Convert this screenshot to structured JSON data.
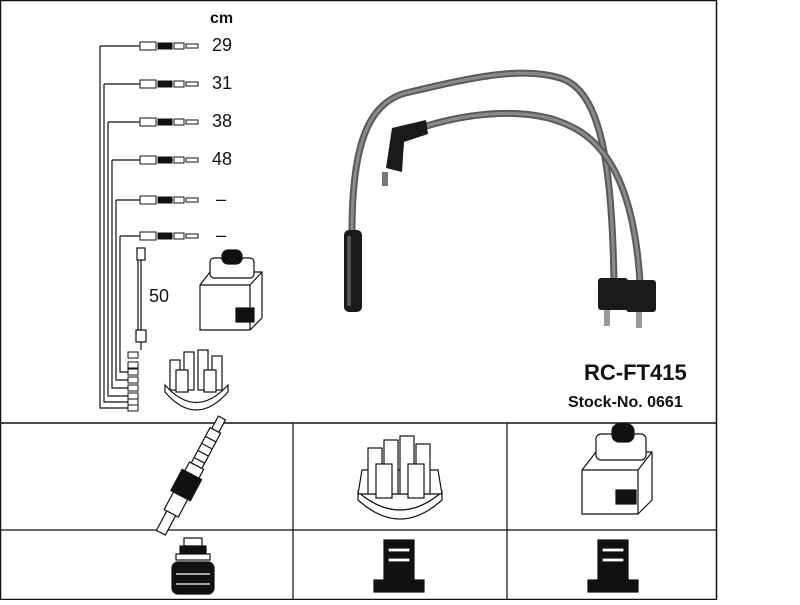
{
  "header": {
    "unit_label": "cm"
  },
  "leads": [
    {
      "length": "29"
    },
    {
      "length": "31"
    },
    {
      "length": "38"
    },
    {
      "length": "48"
    },
    {
      "length": "–"
    },
    {
      "length": "–"
    }
  ],
  "coil_lead": {
    "length": "50"
  },
  "product": {
    "part_number": "RC-FT415",
    "stock_label": "Stock-No. 0661"
  },
  "legend_grid": {
    "top_row": [
      "spark-plug",
      "distributor-cap",
      "ignition-coil"
    ],
    "bottom_row": [
      "plug-boot",
      "cap-terminal",
      "coil-terminal"
    ]
  },
  "colors": {
    "line": "#111111",
    "cable": "#6b6b6b",
    "boot": "#1a1a1a",
    "background": "#ffffff"
  }
}
